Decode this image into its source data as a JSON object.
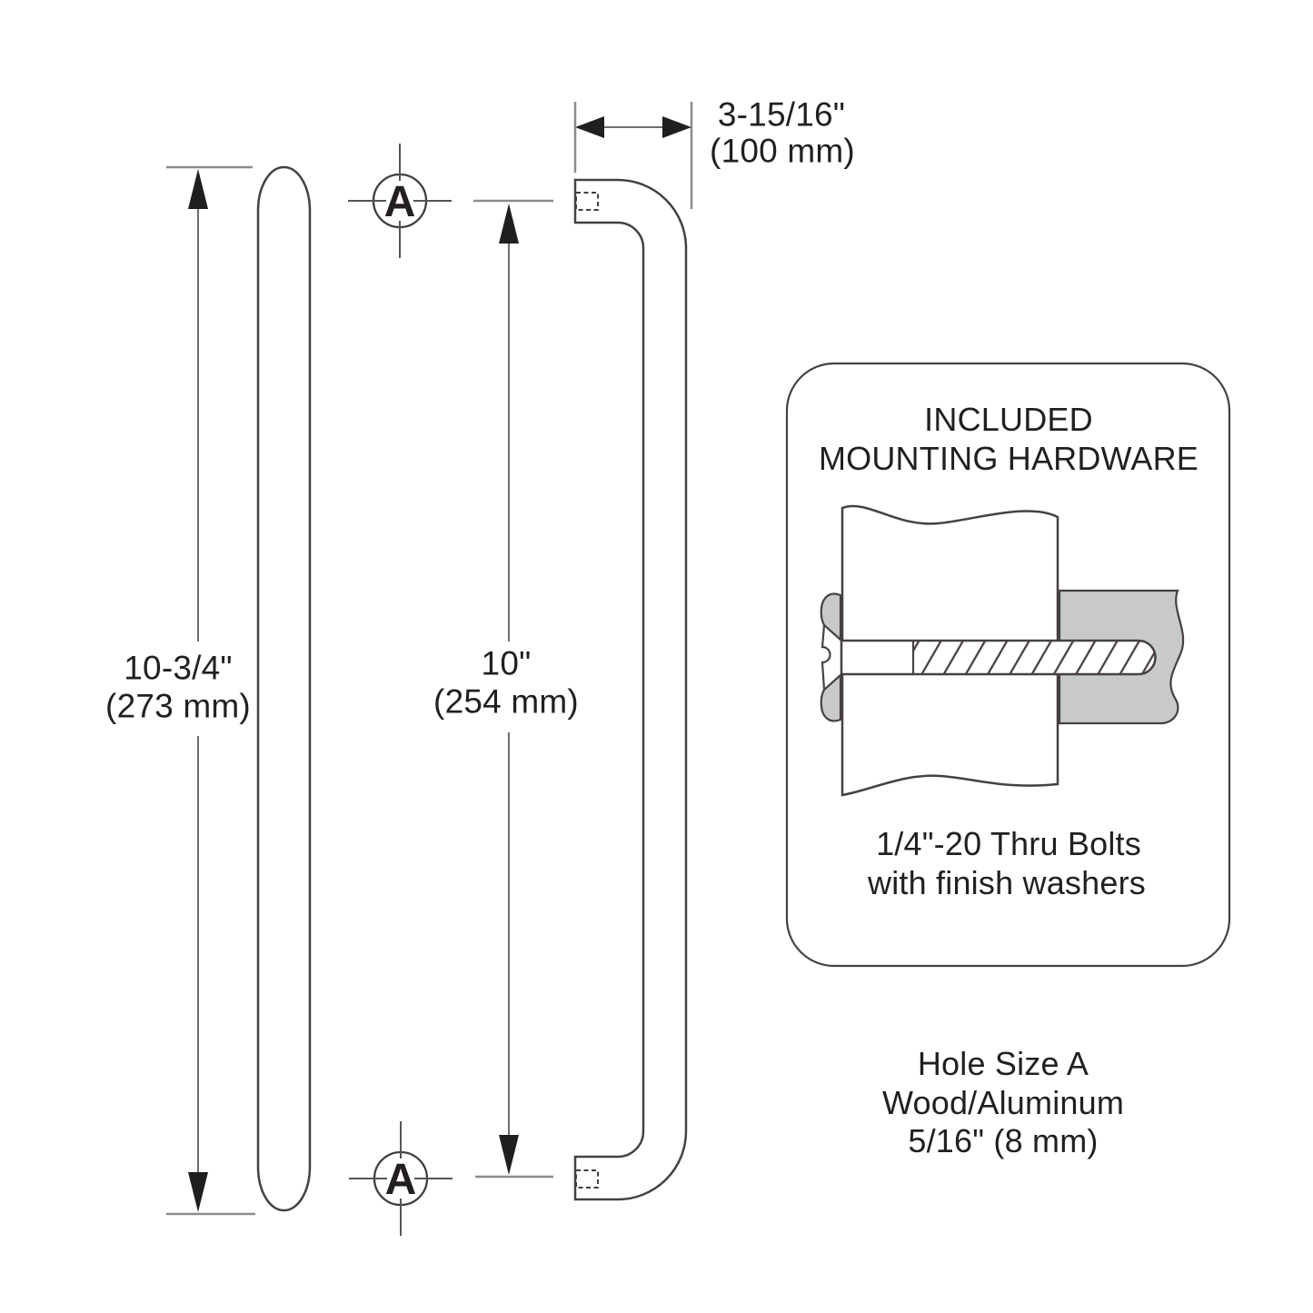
{
  "drawing": {
    "dim_width": {
      "value": "3-15/16\"",
      "metric": "(100 mm)"
    },
    "dim_overall": {
      "value": "10-3/4\"",
      "metric": "(273 mm)"
    },
    "dim_holes": {
      "value": "10\"",
      "metric": "(254 mm)"
    },
    "hole_marker_label": "A",
    "hardware_box": {
      "title_line1": "INCLUDED",
      "title_line2": "MOUNTING HARDWARE",
      "caption_line1": "1/4\"-20 Thru Bolts",
      "caption_line2": "with finish washers"
    },
    "hole_note": {
      "line1": "Hole Size A",
      "line2": "Wood/Aluminum",
      "line3": "5/16\" (8 mm)"
    },
    "colors": {
      "outline": "#474043",
      "dimension_line": "#6e6e6e",
      "extension_line": "#8c8c8c",
      "arrowhead": "#1f1f1f",
      "section_gray": "#c8cac9",
      "text": "#231f20",
      "background": "#ffffff"
    }
  }
}
